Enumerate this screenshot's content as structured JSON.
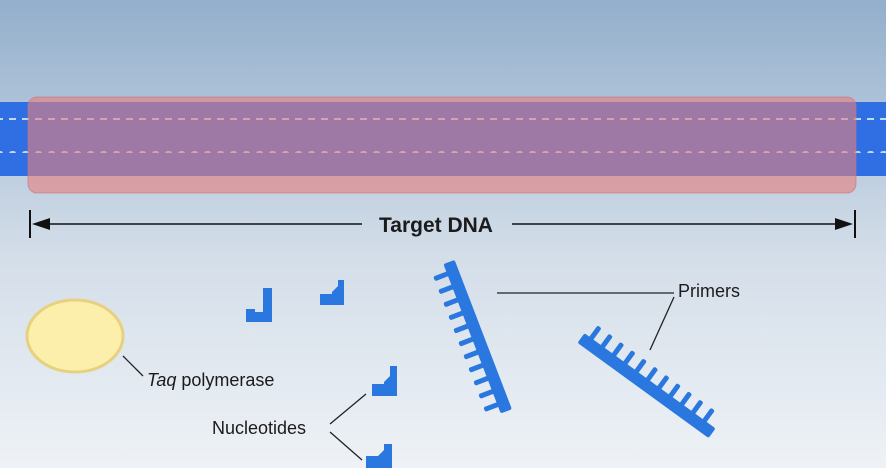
{
  "labels": {
    "target_dna": "Target DNA",
    "primers": "Primers",
    "taq_italic": "Taq",
    "taq_rest": " polymerase",
    "nucleotides": "Nucleotides"
  },
  "colors": {
    "background_top": "#93afcc",
    "background_bottom": "#e9eef3",
    "dna_blue": "#2f6fe3",
    "dna_light": "#c2d9f5",
    "target_highlight": "#e57f7f",
    "primer_blue": "#2b77e0",
    "polymerase_fill": "#fbefab",
    "polymerase_stroke": "#e8d17e",
    "line": "#222222"
  },
  "icons": {
    "dna": "dna-double-helix-icon",
    "primer": "primer-strand-icon",
    "nucleotide": "nucleotide-icon",
    "polymerase": "taq-polymerase-icon"
  }
}
